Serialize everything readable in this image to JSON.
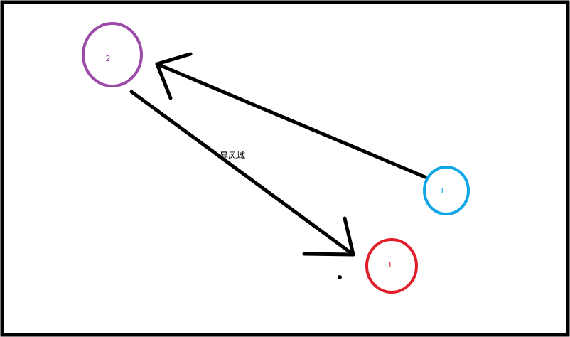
{
  "diagram": {
    "nodes": [
      {
        "id": "1",
        "label": "1",
        "color": "#0ea5e9"
      },
      {
        "id": "2",
        "label": "2",
        "color": "#9b4aa8"
      },
      {
        "id": "3",
        "label": "3",
        "color": "#e11d2a"
      }
    ],
    "edges": [
      {
        "from": "1",
        "to": "2",
        "label": ""
      },
      {
        "from": "2",
        "to": "3",
        "label": "暴风城"
      }
    ],
    "colors": {
      "border": "#000000",
      "arrow": "#000000",
      "background": "#ffffff"
    }
  }
}
